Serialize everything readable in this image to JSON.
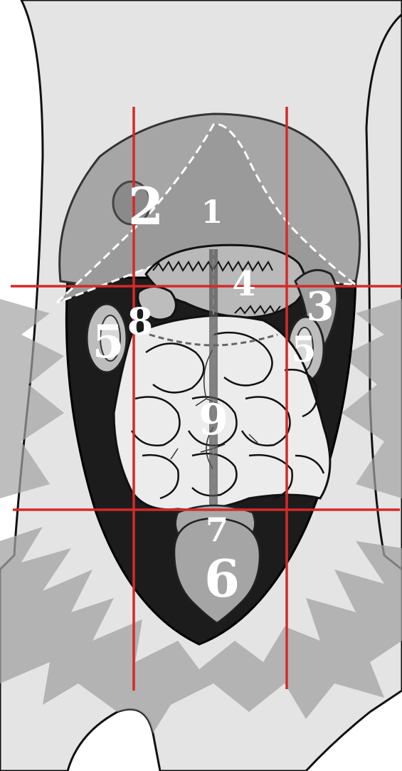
{
  "diagram": {
    "labels": {
      "liver": "1",
      "gallbladder": "2",
      "spleen": "3",
      "stomach": "4",
      "kidney_left": "5",
      "kidney_right": "5",
      "bladder": "6",
      "uterus": "7",
      "duodenum": "8",
      "intestines": "9"
    },
    "colors": {
      "grid_lines": "#d42a2a",
      "outline": "#111111",
      "cavity": "#1c1c1c",
      "organ_light": "#e9e9e9",
      "organ_mid": "#a8a8a8",
      "organ_dark": "#777777",
      "background": "#e6e6e6",
      "fur": "#9c9c9c",
      "label_text": "#ffffff"
    }
  }
}
